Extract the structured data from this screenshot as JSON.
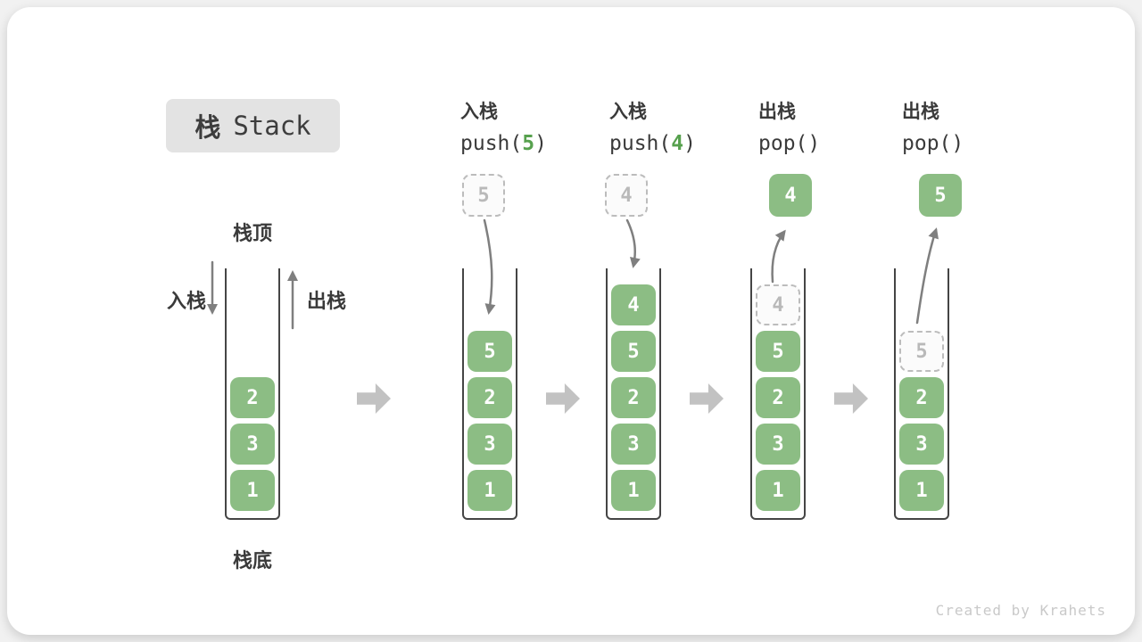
{
  "title": {
    "cjk": "栈",
    "latin": "Stack"
  },
  "legend": {
    "top": "栈顶",
    "bottom": "栈底",
    "push": "入栈",
    "pop": "出栈"
  },
  "operations": [
    {
      "action": "入栈",
      "fn": "push(",
      "arg": "5",
      "close": ")"
    },
    {
      "action": "入栈",
      "fn": "push(",
      "arg": "4",
      "close": ")"
    },
    {
      "action": "出栈",
      "fn": "pop(",
      "arg": "",
      "close": ")"
    },
    {
      "action": "出栈",
      "fn": "pop(",
      "arg": "",
      "close": ")"
    }
  ],
  "floating_boxes": [
    {
      "value": "5",
      "style": "ghost"
    },
    {
      "value": "4",
      "style": "ghost"
    },
    {
      "value": "4",
      "style": "solid"
    },
    {
      "value": "5",
      "style": "solid"
    }
  ],
  "stacks": [
    {
      "cells": [
        {
          "value": "2",
          "style": "solid"
        },
        {
          "value": "3",
          "style": "solid"
        },
        {
          "value": "1",
          "style": "solid"
        }
      ]
    },
    {
      "cells": [
        {
          "value": "5",
          "style": "solid"
        },
        {
          "value": "2",
          "style": "solid"
        },
        {
          "value": "3",
          "style": "solid"
        },
        {
          "value": "1",
          "style": "solid"
        }
      ]
    },
    {
      "cells": [
        {
          "value": "4",
          "style": "solid"
        },
        {
          "value": "5",
          "style": "solid"
        },
        {
          "value": "2",
          "style": "solid"
        },
        {
          "value": "3",
          "style": "solid"
        },
        {
          "value": "1",
          "style": "solid"
        }
      ]
    },
    {
      "cells": [
        {
          "value": "4",
          "style": "ghost"
        },
        {
          "value": "5",
          "style": "solid"
        },
        {
          "value": "2",
          "style": "solid"
        },
        {
          "value": "3",
          "style": "solid"
        },
        {
          "value": "1",
          "style": "solid"
        }
      ]
    },
    {
      "cells": [
        {
          "value": "5",
          "style": "ghost"
        },
        {
          "value": "2",
          "style": "solid"
        },
        {
          "value": "3",
          "style": "solid"
        },
        {
          "value": "1",
          "style": "solid"
        }
      ]
    }
  ],
  "colors": {
    "cell_green": "#8cbd84",
    "arg_green": "#57a14e",
    "arrow_gray": "#7f7f7f",
    "block_arrow_gray": "#c2c2c2",
    "title_bg": "#e3e3e3",
    "ghost_gray": "#b9b9b9"
  },
  "page": {
    "watermark": "Created by Krahets"
  }
}
